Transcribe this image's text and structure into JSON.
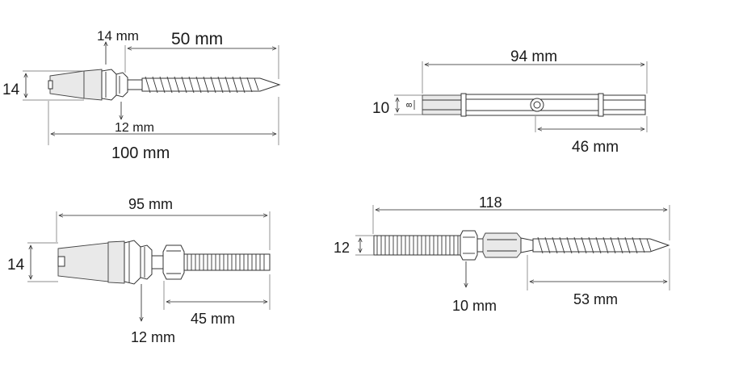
{
  "labels": {
    "tl_width": "14 mm",
    "tl_thread": "50 mm",
    "tl_height": "14",
    "tl_nut": "12 mm",
    "tl_total": "100 mm",
    "tr_total": "94 mm",
    "tr_height": "10",
    "tr_inner": "8",
    "tr_thread": "46 mm",
    "bl_total": "95 mm",
    "bl_height": "14",
    "bl_thread": "45 mm",
    "bl_nut": "12 mm",
    "br_total": "118",
    "br_height": "12",
    "br_nut": "10 mm",
    "br_thread": "53 mm"
  }
}
